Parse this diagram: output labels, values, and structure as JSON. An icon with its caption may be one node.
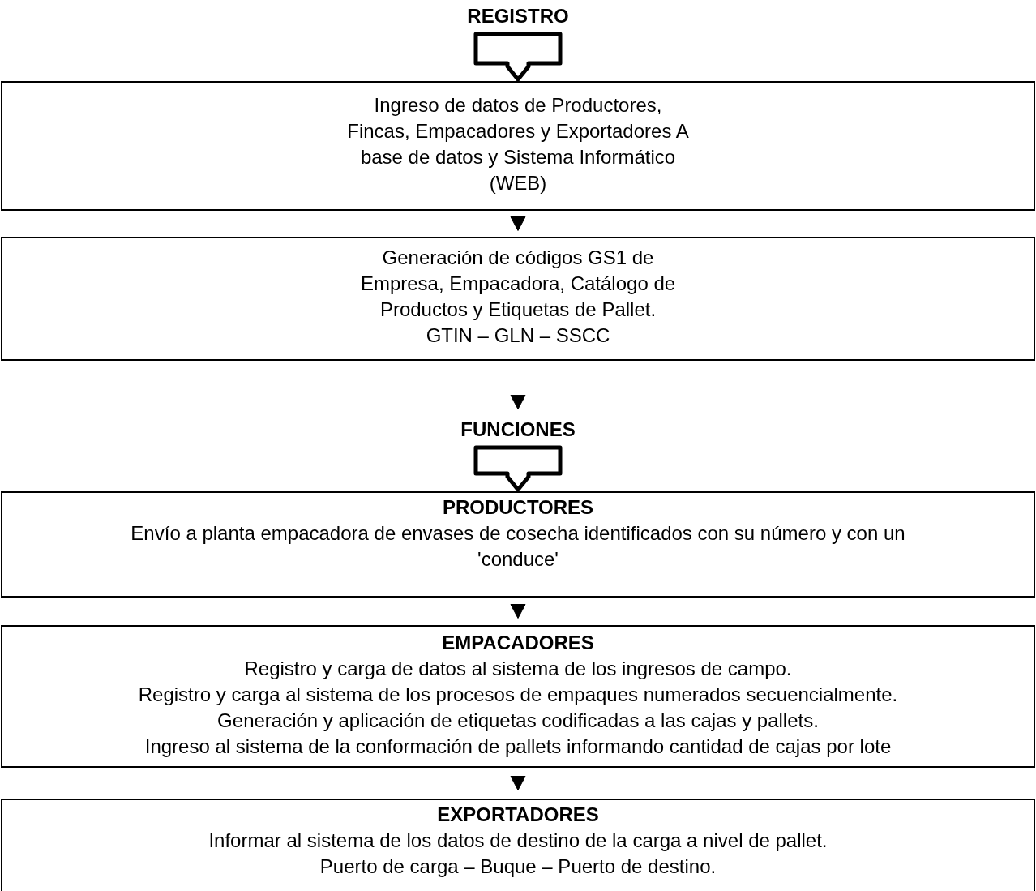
{
  "diagram": {
    "nodes": [
      {
        "text": [
          "REGISTRO"
        ]
      },
      {
        "text": [
          "Ingreso de datos de Productores, Fincas, Empacadores y Exportadores A base de datos y Sistema Informático (WEB)"
        ]
      },
      {
        "text": [
          "Generación de códigos GS1 de Empresa, Empacadora, Catálogo de Productos y Etiquetas de Pallet.",
          "GTIN – GLN – SSCC"
        ]
      },
      {
        "text": [
          "FUNCIONES"
        ]
      },
      {
        "text": [
          "PRODUCTORES",
          "Envío a planta empacadora de envases de cosecha identificados con su número y con un 'conduce'"
        ]
      },
      {
        "text": [
          "EMPACADORES",
          "Registro y carga de datos al sistema de los ingresos de campo.",
          "Registro y carga al sistema de los procesos de empaques numerados secuencialmente.",
          "Generación y aplicación de etiquetas codificadas a las cajas y pallets.",
          "Ingreso al sistema de la conformación de pallets informando cantidad de cajas por lote"
        ]
      },
      {
        "text": [
          "EXPORTADORES",
          "Informar al sistema de los datos de destino de la carga a nivel de pallet.",
          "Puerto de carga – Buque – Puerto de destino."
        ]
      }
    ],
    "edges": [
      {
        "from": 0,
        "to": 1,
        "arrow": "to",
        "style": "thick"
      },
      {
        "from": 1,
        "to": 2,
        "arrow": "to"
      },
      {
        "from": 2,
        "to": 3,
        "arrow": "to"
      },
      {
        "from": 3,
        "to": 4,
        "arrow": "to",
        "style": "thick"
      },
      {
        "from": 4,
        "to": 5,
        "arrow": "to"
      },
      {
        "from": 5,
        "to": 6,
        "arrow": "to"
      }
    ]
  }
}
